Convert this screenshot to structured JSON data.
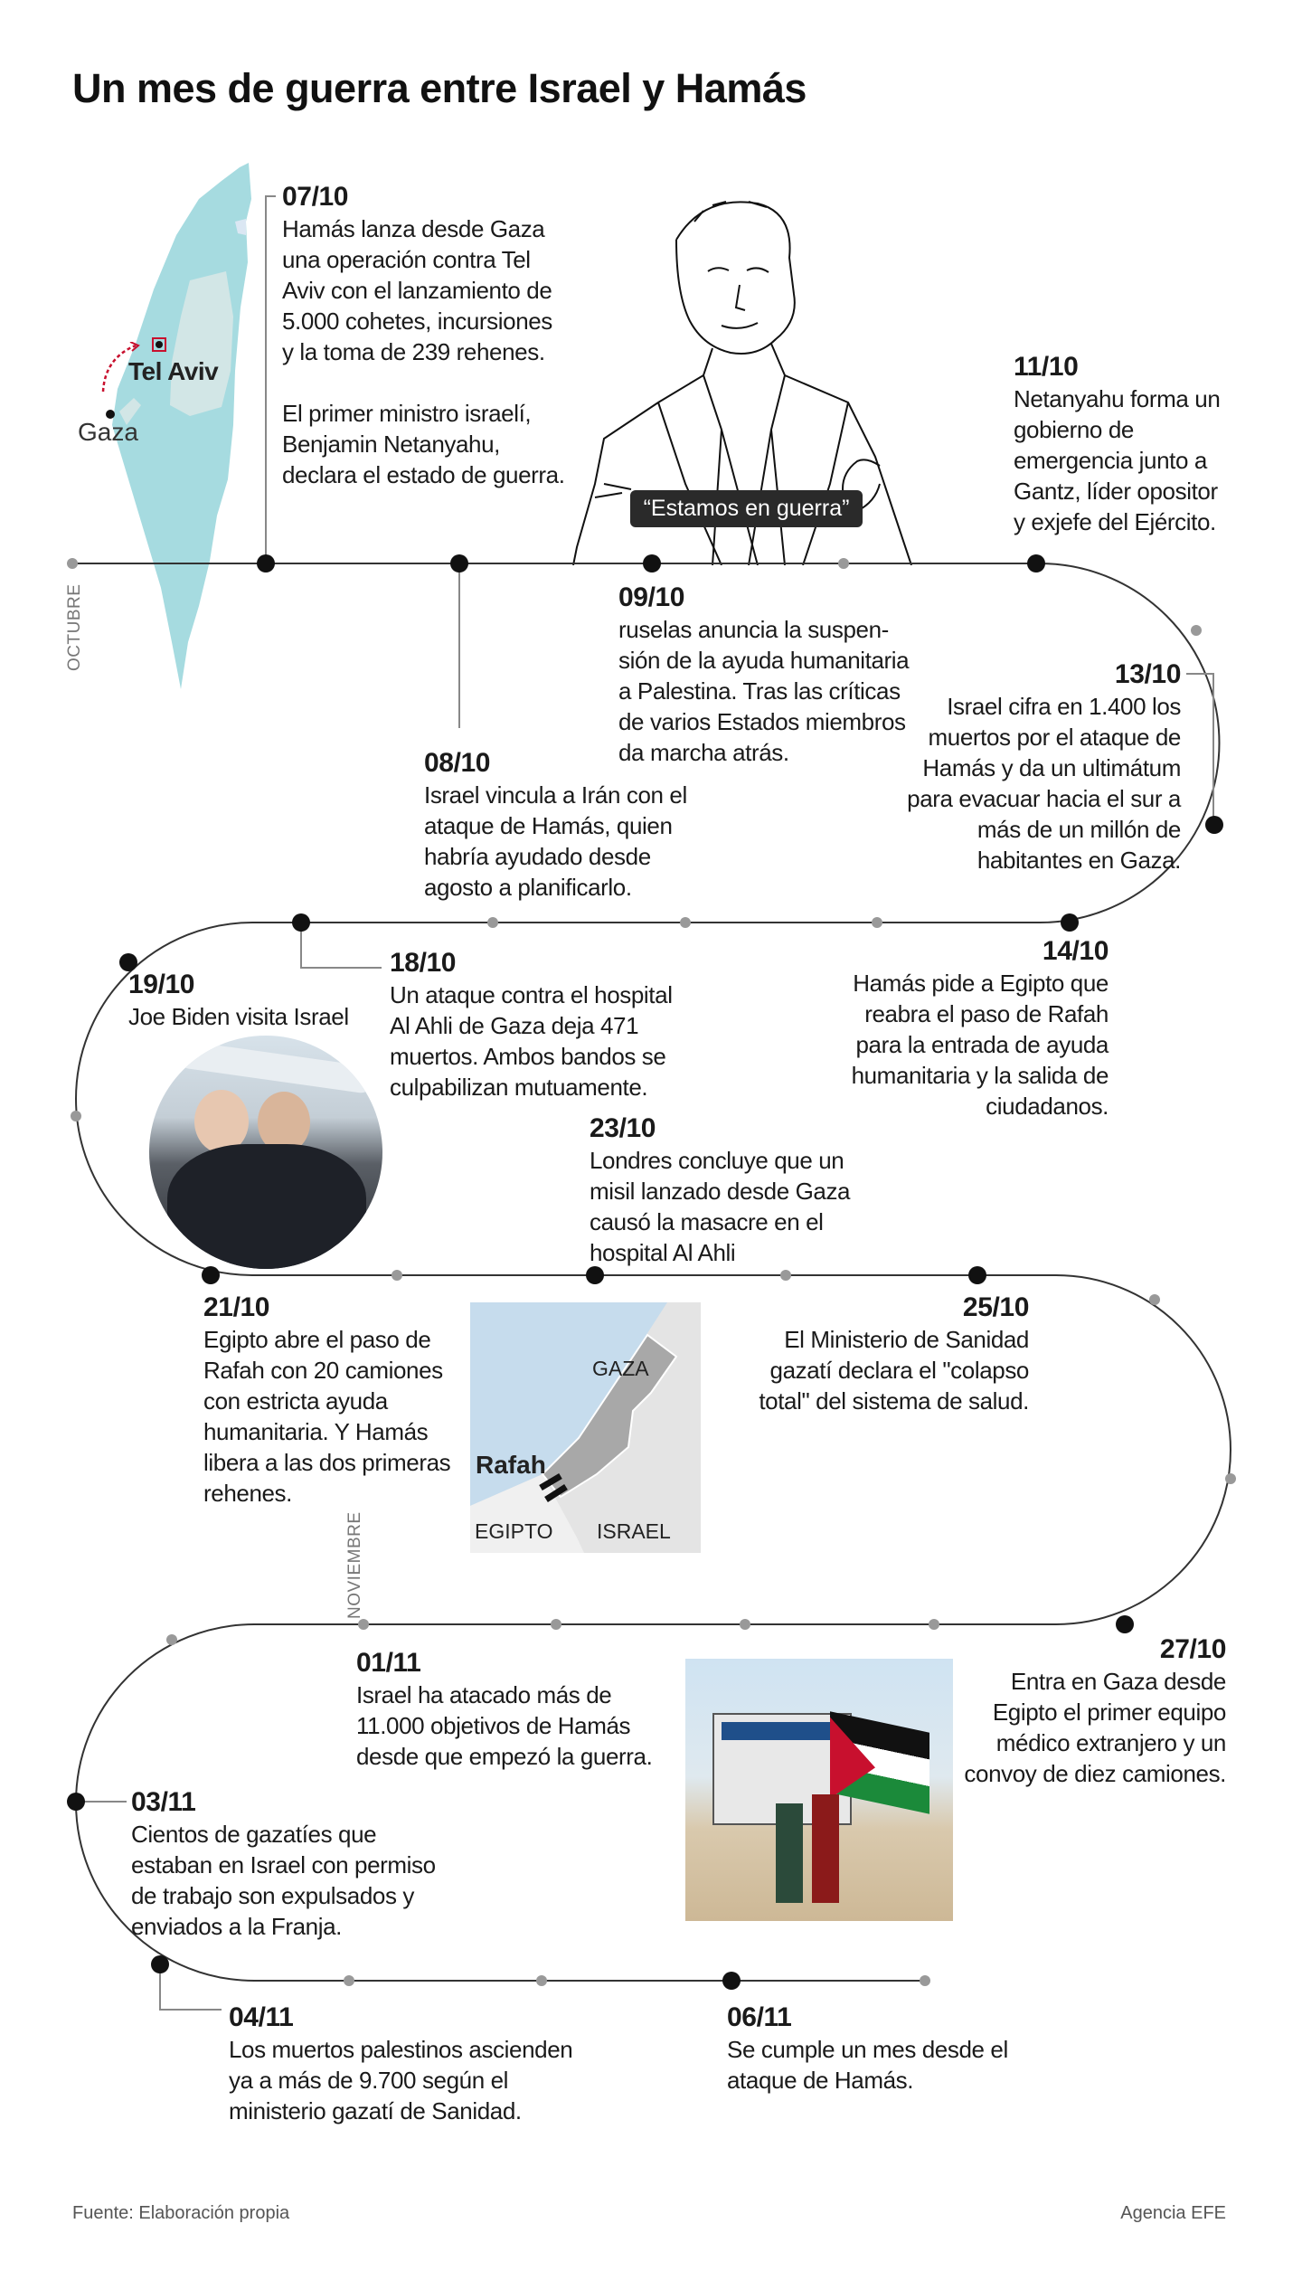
{
  "title": "Un mes de guerra entre Israel y Hamás",
  "months": {
    "october": "OCTUBRE",
    "november": "NOVIEMBRE"
  },
  "israel_map": {
    "tel_aviv": "Tel Aviv",
    "gaza": "Gaza",
    "colors": {
      "land": "#a6dbe0",
      "westbank": "#d2e6e6",
      "arrow": "#c8102e"
    }
  },
  "quote": "“Estamos en guerra”",
  "events": [
    {
      "date": "07/10",
      "text": "Hamás lanza desde Gaza\nuna operación contra Tel\nAviv con el lanzamiento de\n5.000 cohetes, incursiones\ny la toma de 239 rehenes.\n\nEl primer ministro israelí,\nBenjamin Netanyahu,\ndeclara el estado de guerra."
    },
    {
      "date": "08/10",
      "text": "Israel vincula a Irán con el\nataque de Hamás, quien\nhabría ayudado desde\nagosto a planificarlo."
    },
    {
      "date": "09/10",
      "text": "ruselas anuncia la suspen-\nsión de la ayuda humanitaria\na Palestina. Tras las críticas\nde varios Estados miembros\nda marcha atrás."
    },
    {
      "date": "11/10",
      "text": "Netanyahu forma un\ngobierno de\nemergencia junto a\nGantz, líder opositor\ny exjefe del Ejército."
    },
    {
      "date": "13/10",
      "text": "Israel cifra en 1.400 los\nmuertos por el ataque de\nHamás y da un ultimátum\npara evacuar hacia el sur a\nmás de un millón de\nhabitantes en Gaza."
    },
    {
      "date": "14/10",
      "text": "Hamás pide a Egipto que\nreabra el paso de Rafah\npara la entrada de ayuda\nhumanitaria y la salida de\nciudadanos."
    },
    {
      "date": "18/10",
      "text": "Un ataque contra el hospital\nAl Ahli de Gaza deja 471\nmuertos. Ambos bandos se\nculpabilizan mutuamente."
    },
    {
      "date": "19/10",
      "text": "Joe Biden visita Israel"
    },
    {
      "date": "21/10",
      "text": "Egipto abre el paso de\nRafah con 20 camiones\ncon estricta ayuda\nhumanitaria. Y Hamás\nlibera a las dos primeras\nrehenes."
    },
    {
      "date": "23/10",
      "text": "Londres concluye que un\nmisil lanzado desde Gaza\ncausó la masacre en el\nhospital Al Ahli"
    },
    {
      "date": "25/10",
      "text": "El Ministerio de Sanidad\ngazatí declara el \"colapso\ntotal\" del sistema de salud."
    },
    {
      "date": "27/10",
      "text": "Entra en Gaza desde\nEgipto el primer equipo\nmédico extranjero y un\nconvoy de diez camiones."
    },
    {
      "date": "01/11",
      "text": "Israel ha atacado más de\n11.000 objetivos de Hamás\ndesde que empezó la guerra."
    },
    {
      "date": "03/11",
      "text": "Cientos de gazatíes que\nestaban en Israel con permiso\nde trabajo son expulsados y\nenviados a la Franja."
    },
    {
      "date": "04/11",
      "text": "Los muertos palestinos ascienden\nya a más de 9.700 según el\nministerio gazatí de Sanidad."
    },
    {
      "date": "06/11",
      "text": "Se cumple un mes desde el\nataque de Hamás."
    }
  ],
  "rafah_map": {
    "gaza": "GAZA",
    "rafah": "Rafah",
    "egypt": "EGIPTO",
    "israel": "ISRAEL",
    "colors": {
      "sea": "#c6dced",
      "gaza": "#a8a8a8",
      "israel": "#e4e4e4",
      "egypt": "#f0f0f0"
    }
  },
  "footer": {
    "source": "Fuente: Elaboración propia",
    "agency": "Agencia EFE"
  }
}
